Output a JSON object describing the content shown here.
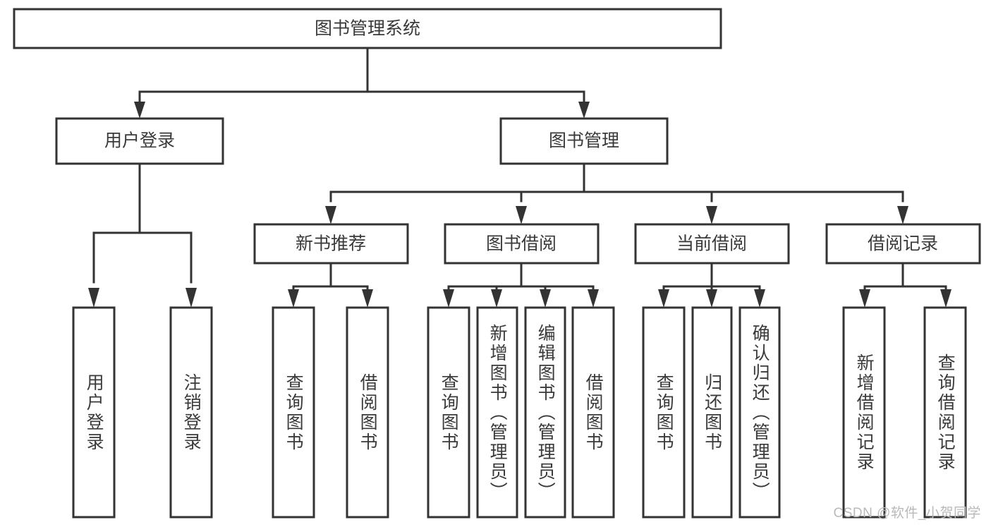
{
  "diagram": {
    "title": "图书管理系统",
    "type": "tree-hierarchy-chart",
    "watermark": "CSDN @软件_小贺同学",
    "colors": {
      "stroke": "#333333",
      "fill": "#ffffff",
      "text": "#3a3a3a",
      "watermark": "#b9b9b9",
      "background": "#ffffff"
    },
    "root": {
      "label": "图书管理系统"
    },
    "level2": [
      {
        "label": "用户登录"
      },
      {
        "label": "图书管理"
      }
    ],
    "level3": [
      {
        "label": "新书推荐"
      },
      {
        "label": "图书借阅"
      },
      {
        "label": "当前借阅"
      },
      {
        "label": "借阅记录"
      }
    ],
    "leaves": {
      "user_login": [
        {
          "label": "用户登录"
        },
        {
          "label": "注销登录"
        }
      ],
      "new_book_recommend": [
        {
          "label": "查询图书"
        },
        {
          "label": "借阅图书"
        }
      ],
      "book_borrow": [
        {
          "label": "查询图书"
        },
        {
          "label": "新增图书（管理员）"
        },
        {
          "label": "编辑图书（管理员）"
        },
        {
          "label": "借阅图书"
        }
      ],
      "current_borrow": [
        {
          "label": "查询图书"
        },
        {
          "label": "归还图书"
        },
        {
          "label": "确认归还（管理员）"
        }
      ],
      "borrow_record": [
        {
          "label": "新增借阅记录"
        },
        {
          "label": "查询借阅记录"
        }
      ]
    }
  }
}
